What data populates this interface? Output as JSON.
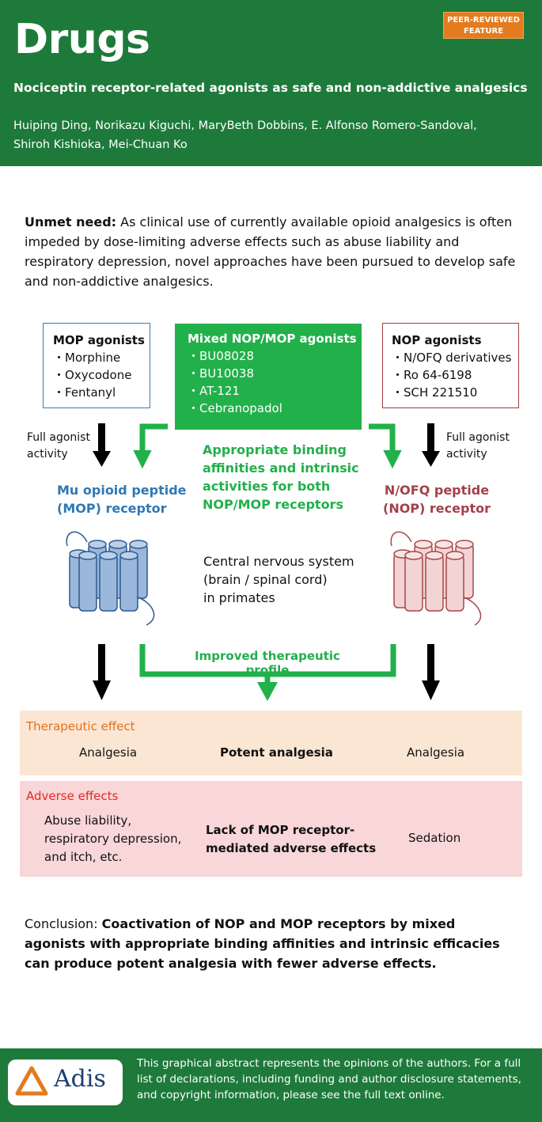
{
  "header": {
    "journal": "Drugs",
    "badge_line1": "PEER-REVIEWED",
    "badge_line2": "FEATURE",
    "title": "Nociceptin receptor-related agonists as safe and non-addictive analgesics",
    "authors_line1": "Huiping Ding, Norikazu Kiguchi, MaryBeth Dobbins, E. Alfonso Romero-Sandoval,",
    "authors_line2": "Shiroh Kishioka, Mei-Chuan Ko"
  },
  "unmet": {
    "label": "Unmet need:",
    "text": " As clinical use of currently available opioid analgesics is often impeded by dose-limiting adverse effects such as abuse liability and respiratory depression, novel approaches have been pursued to develop safe and non-addictive analgesics."
  },
  "boxes": {
    "mop": {
      "title": "MOP agonists",
      "items": [
        "Morphine",
        "Oxycodone",
        "Fentanyl"
      ]
    },
    "mixed": {
      "title": "Mixed NOP/MOP agonists",
      "items": [
        "BU08028",
        "BU10038",
        "AT-121",
        "Cebranopadol"
      ]
    },
    "nop": {
      "title": "NOP agonists",
      "items": [
        "N/OFQ derivatives",
        "Ro 64-6198",
        "SCH 221510"
      ]
    }
  },
  "labels": {
    "full_agonist_1": "Full agonist",
    "full_agonist_2": "activity",
    "mop_receptor_1": "Mu opioid peptide",
    "mop_receptor_2": "(MOP) receptor",
    "nop_receptor_1": "N/OFQ peptide",
    "nop_receptor_2": "(NOP) receptor",
    "binding_1": "Appropriate binding",
    "binding_2": "affinities and intrinsic",
    "binding_3": "activities for both",
    "binding_4": "NOP/MOP receptors",
    "cns_1": "Central nervous system",
    "cns_2": "(brain / spinal cord)",
    "cns_3": "in primates",
    "improved": "Improved therapeutic profile"
  },
  "therapeutic": {
    "label": "Therapeutic effect",
    "mop": "Analgesia",
    "mixed": "Potent analgesia",
    "nop": "Analgesia"
  },
  "adverse": {
    "label": "Adverse effects",
    "mop_1": "Abuse liability,",
    "mop_2": "respiratory depression,",
    "mop_3": "and itch, etc.",
    "mixed_1": "Lack of MOP receptor-",
    "mixed_2": "mediated adverse effects",
    "nop": "Sedation"
  },
  "conclusion": {
    "label": "Conclusion: ",
    "text": "Coactivation of NOP and MOP receptors by mixed agonists with appropriate binding affinities and intrinsic efficacies can produce potent analgesia with fewer adverse effects."
  },
  "footer": {
    "logo": "Adis",
    "note": "This graphical abstract represents the opinions of the authors. For a full list of declarations, including funding and author disclosure statements, and copyright information, please see the full text online."
  },
  "colors": {
    "header_green": "#1e7a3a",
    "accent_green": "#22b04b",
    "mop_blue": "#2e78b5",
    "nop_red": "#a3404a",
    "badge_orange": "#e47b1e"
  }
}
